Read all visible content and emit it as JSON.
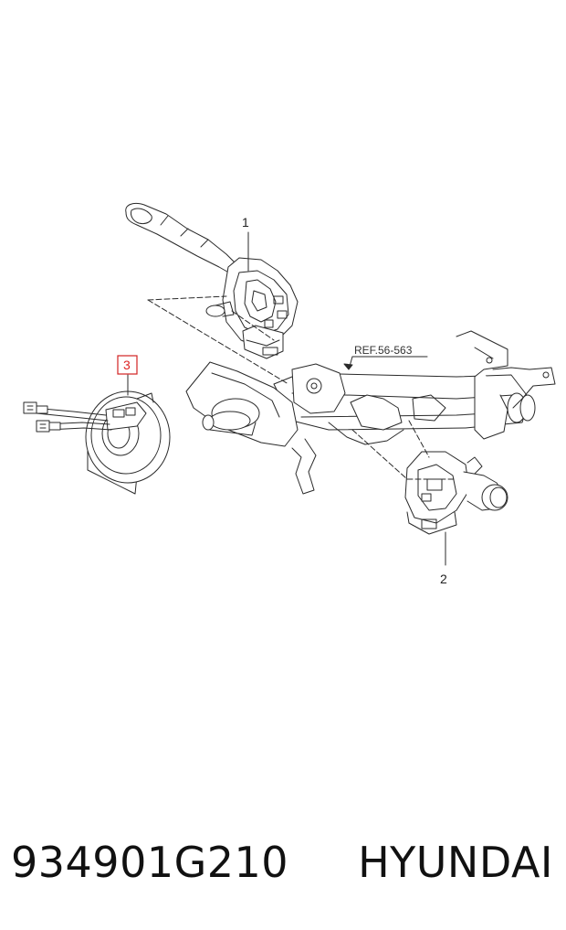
{
  "diagram": {
    "callouts": {
      "item1": "1",
      "item2": "2",
      "item3": "3"
    },
    "reference_label": "REF.56-563"
  },
  "footer": {
    "part_number": "934901G210",
    "brand": "HYUNDAI"
  },
  "colors": {
    "line": "#2a2a2a",
    "highlight": "#d22222",
    "background": "#ffffff"
  }
}
